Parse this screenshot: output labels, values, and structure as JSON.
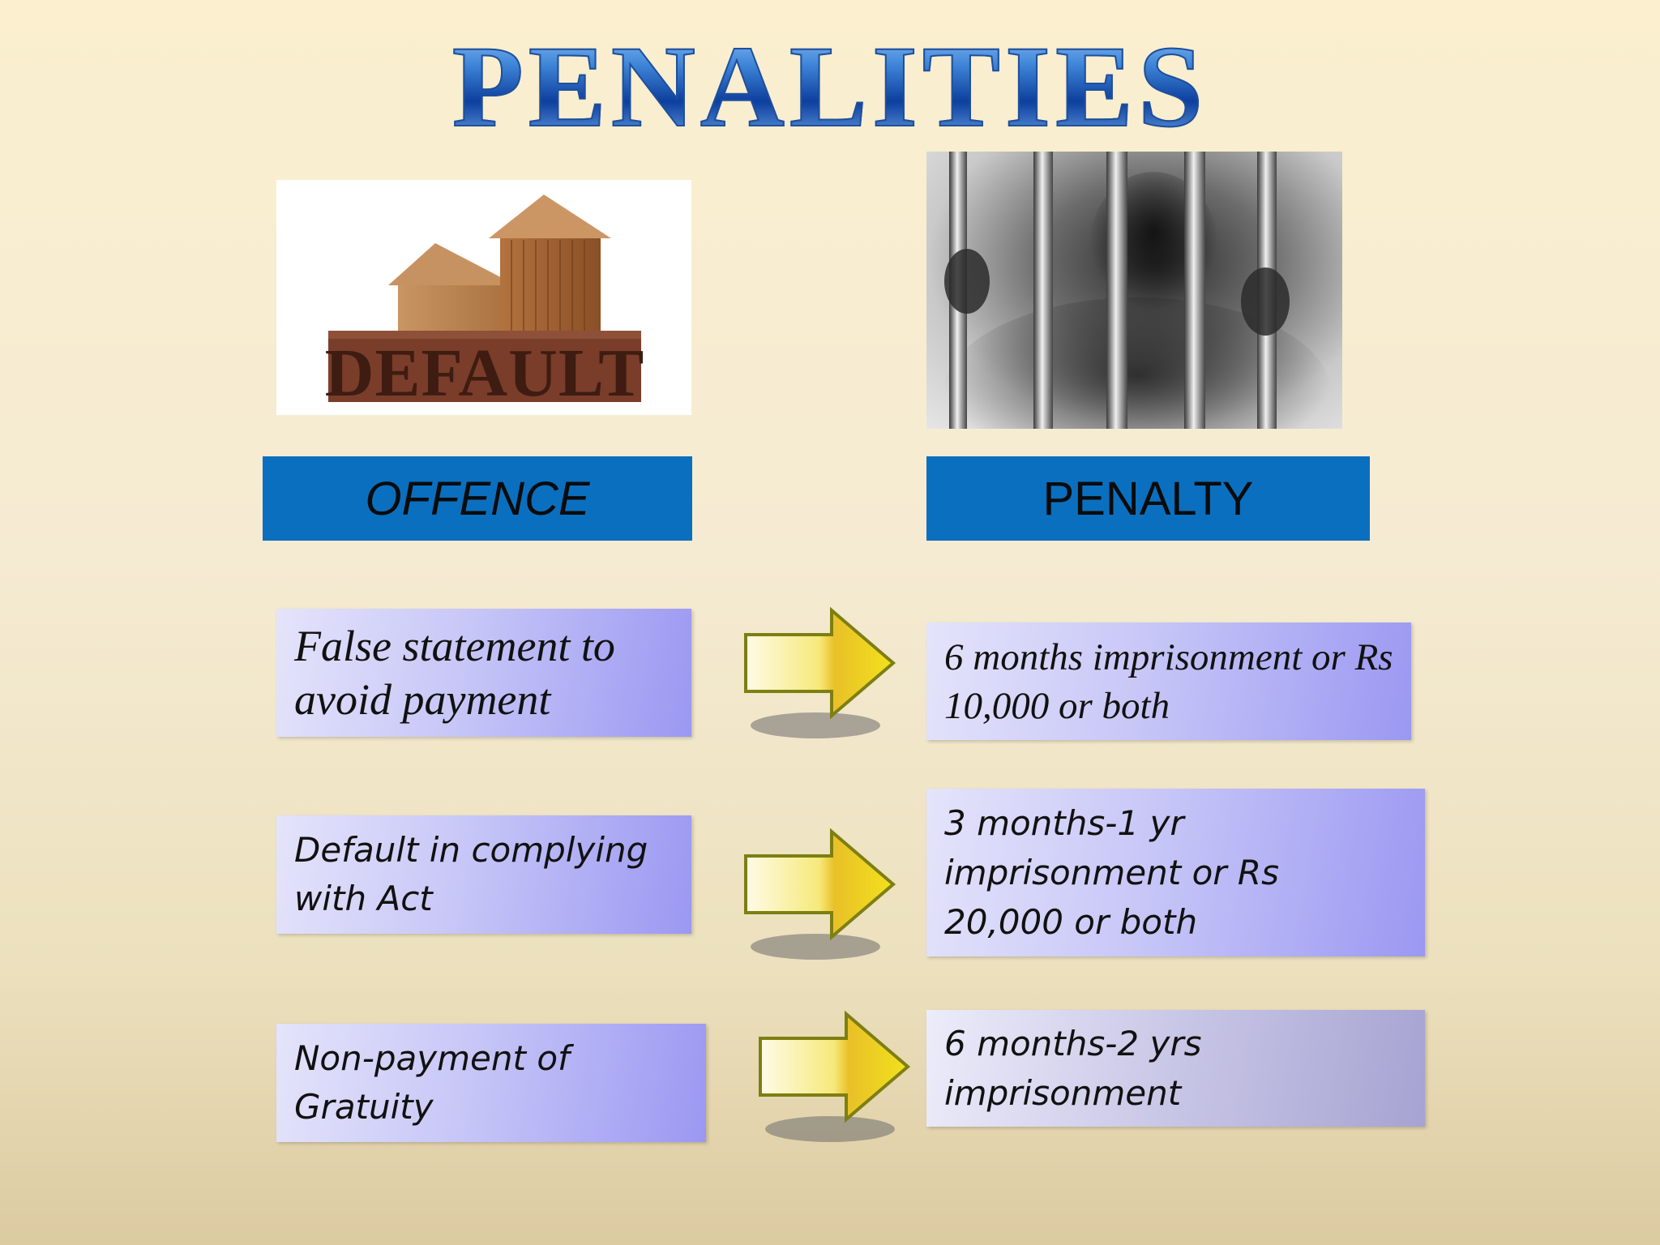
{
  "title": "PENALITIES",
  "images": {
    "default_sign_text": "DEFAULT"
  },
  "headers": {
    "offence": "OFFENCE",
    "penalty": "PENALTY"
  },
  "rows": [
    {
      "offence": "False statement to avoid payment",
      "penalty": "6 months imprisonment or Rs 10,000 or both"
    },
    {
      "offence": "Default in complying with Act",
      "penalty": "3 months-1 yr imprisonment or Rs 20,000 or both"
    },
    {
      "offence": "Non-payment of Gratuity",
      "penalty": "6 months-2 yrs imprisonment"
    }
  ],
  "colors": {
    "header_bg": "#0a6fbf",
    "arrow_fill": "#f3e21f",
    "arrow_stroke": "#7d7f12"
  }
}
